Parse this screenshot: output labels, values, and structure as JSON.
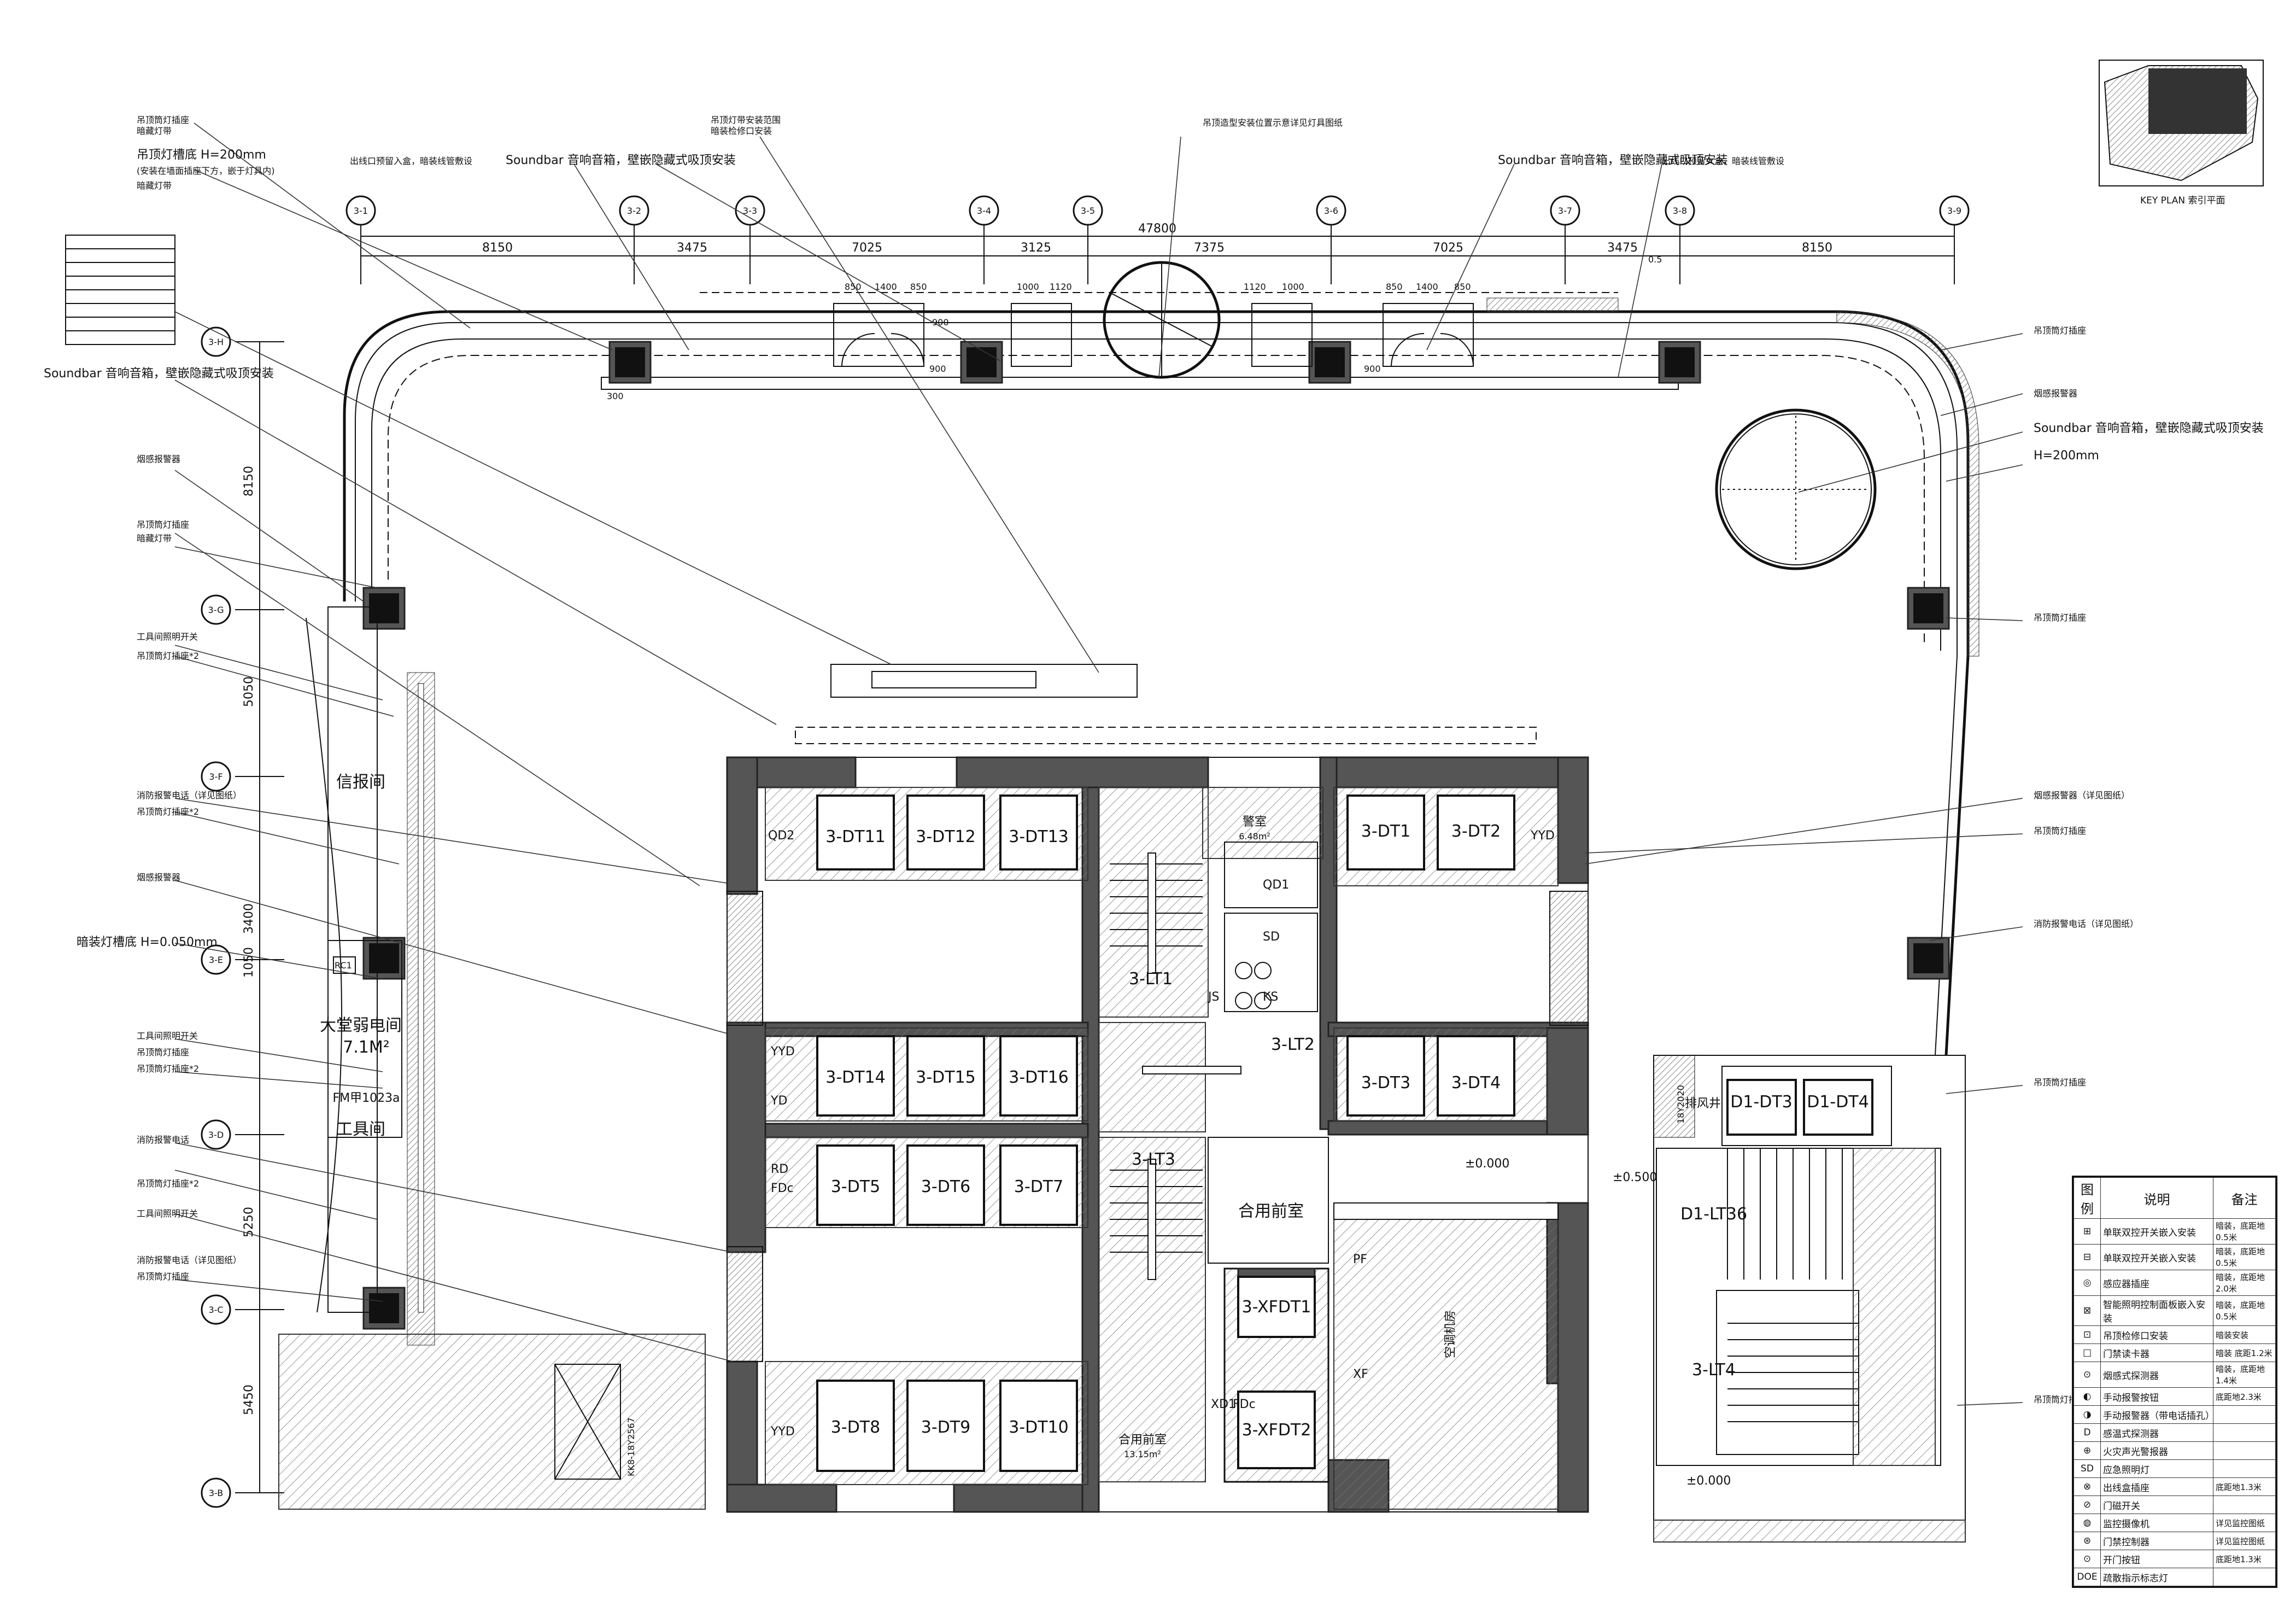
{
  "key_plan": {
    "caption": "KEY PLAN 索引平面"
  },
  "grid_axes_top": [
    "3-1",
    "3-2",
    "3-3",
    "3-4",
    "3-5",
    "3-6",
    "3-7",
    "3-8",
    "3-9"
  ],
  "grid_axes_left": [
    "3-H",
    "3-G",
    "3-F",
    "3-E",
    "3-D",
    "3-C",
    "3-B"
  ],
  "dimensions_top": [
    "8150",
    "3475",
    "7025",
    "3125",
    "7375",
    "7025",
    "3475",
    "8150"
  ],
  "dimension_total": "47800",
  "dimensions_left": [
    "8150",
    "5050",
    "3400",
    "1050",
    "5250",
    "5450"
  ],
  "detail_dims": [
    "850",
    "1400",
    "850",
    "1000",
    "1120",
    "1120",
    "1000",
    "850",
    "1400",
    "850",
    "900",
    "900",
    "900",
    "300",
    "0.5"
  ],
  "rooms": {
    "xinbao": "信报间",
    "ruodian": "大堂弱电间",
    "ruodian_area": "7.1M²",
    "fm": "FM甲1023a",
    "gongju": "工具间",
    "hele_qianshi": "合用前室",
    "hele_qianshi2": "合用前室",
    "hele_area": "13.15m²",
    "jingshi": "警室",
    "jingshi_area": "6.48m²",
    "kongtiao": "空调机房",
    "paifeng": "排风井"
  },
  "elevators": {
    "dt11": "3-DT11",
    "dt12": "3-DT12",
    "dt13": "3-DT13",
    "dt1": "3-DT1",
    "dt2": "3-DT2",
    "dt14": "3-DT14",
    "dt15": "3-DT15",
    "dt16": "3-DT16",
    "dt3": "3-DT3",
    "dt4": "3-DT4",
    "dt5": "3-DT5",
    "dt6": "3-DT6",
    "dt7": "3-DT7",
    "dt8": "3-DT8",
    "dt9": "3-DT9",
    "dt10": "3-DT10",
    "xfdt1": "3-XFDT1",
    "xfdt2": "3-XFDT2",
    "d1dt3": "D1-DT3",
    "d1dt4": "D1-DT4"
  },
  "stairs": {
    "lt1": "3-LT1",
    "lt2": "3-LT2",
    "lt3": "3-LT3",
    "lt4": "3-LT4",
    "d1lt36": "D1-LT36"
  },
  "equipment_tags": [
    "QD2",
    "YYD",
    "YD",
    "RD",
    "FDc",
    "QD1",
    "SD",
    "KS",
    "JS",
    "PF",
    "XF",
    "XD1",
    "FDc",
    "YYD",
    "RC1"
  ],
  "levels": [
    "±0.000",
    "±0.500",
    "±0.000"
  ],
  "side_tags": [
    "18Y2020",
    "KK8-18Y2567"
  ],
  "annotations": {
    "soundbar_top_left": "Soundbar 音响音箱，壁嵌隐藏式吸顶安装",
    "soundbar_top_right": "Soundbar 音响音箱，壁嵌隐藏式吸顶安装",
    "soundbar_left": "Soundbar 音响音箱，壁嵌隐藏式吸顶安装",
    "soundbar_right": "Soundbar 音响音箱，壁嵌隐藏式吸顶安装",
    "h200_left": "吊顶灯槽底 H=200mm",
    "h200_right": "H=200mm",
    "h050": "暗装灯槽底 H=0.050mm",
    "tl_1": "吊顶筒灯插座",
    "tl_2": "暗藏灯带",
    "tl_3": "(安装在墙面插座下方，嵌于灯具内)",
    "l_1": "烟感报警器",
    "l_2": "工具间照明开关",
    "l_3": "吊顶筒灯插座*2",
    "l_4": "消防报警电话（详见图纸）",
    "l_5": "烟感报警器",
    "l_6": "吊顶筒灯插座*2",
    "l_7": "吊顶筒灯插座",
    "l_8": "工具间照明开关",
    "l_9": "吊顶筒灯插座*2",
    "l_10": "消防报警电话",
    "top_mid_1": "吊顶灯带安装范围",
    "top_mid_2": "暗装检修口安装",
    "top_center": "吊顶造型安装位置示意详见灯具图纸",
    "top_left_lbl": "出线口预留入盒，暗装线管敷设",
    "top_right_lbl": "出线口预留入盒，暗装线管敷设",
    "r_1": "吊顶筒灯插座",
    "r_2": "烟感报警器",
    "r_3": "吊顶筒灯插座",
    "r_4": "烟感报警器（详见图纸）",
    "r_5": "消防报警电话（详见图纸）",
    "r_6": "吊顶筒灯插座",
    "r_7": "吊顶筒灯插座"
  },
  "legend": {
    "headers": [
      "图例",
      "说明",
      "备注"
    ],
    "rows": [
      {
        "desc": "单联双控开关嵌入安装",
        "note": "暗装，底距地0.5米"
      },
      {
        "desc": "单联双控开关嵌入安装",
        "note": "暗装，底距地0.5米"
      },
      {
        "desc": "感应器插座",
        "note": "暗装，底距地2.0米"
      },
      {
        "desc": "智能照明控制面板嵌入安装",
        "note": "暗装，底距地0.5米"
      },
      {
        "desc": "吊顶检修口安装",
        "note": "暗装安装"
      },
      {
        "desc": "门禁读卡器",
        "note": "暗装 底距1.2米"
      },
      {
        "desc": "烟感式探测器",
        "note": "暗装，底距地1.4米"
      },
      {
        "desc": "手动报警按钮",
        "note": "底距地2.3米"
      },
      {
        "desc": "手动报警器（带电话插孔）",
        "note": ""
      },
      {
        "desc": "感温式探测器",
        "note": ""
      },
      {
        "desc": "火灾声光警报器",
        "note": ""
      },
      {
        "desc": "应急照明灯",
        "note": ""
      },
      {
        "desc": "出线盒插座",
        "note": "底距地1.3米"
      },
      {
        "desc": "门磁开关",
        "note": ""
      },
      {
        "desc": "监控摄像机",
        "note": "详见监控图纸"
      },
      {
        "desc": "门禁控制器",
        "note": "详见监控图纸"
      },
      {
        "desc": "开门按钮",
        "note": "底距地1.3米"
      },
      {
        "desc": "疏散指示标志灯",
        "note": ""
      }
    ],
    "symbols": [
      "⊞",
      "⊟",
      "◎",
      "⊠",
      "⊡",
      "□",
      "⊙",
      "◐",
      "◑",
      "D",
      "⊕",
      "SD",
      "⊗",
      "⊘",
      "◍",
      "⊛",
      "⊙",
      "DOE"
    ]
  }
}
